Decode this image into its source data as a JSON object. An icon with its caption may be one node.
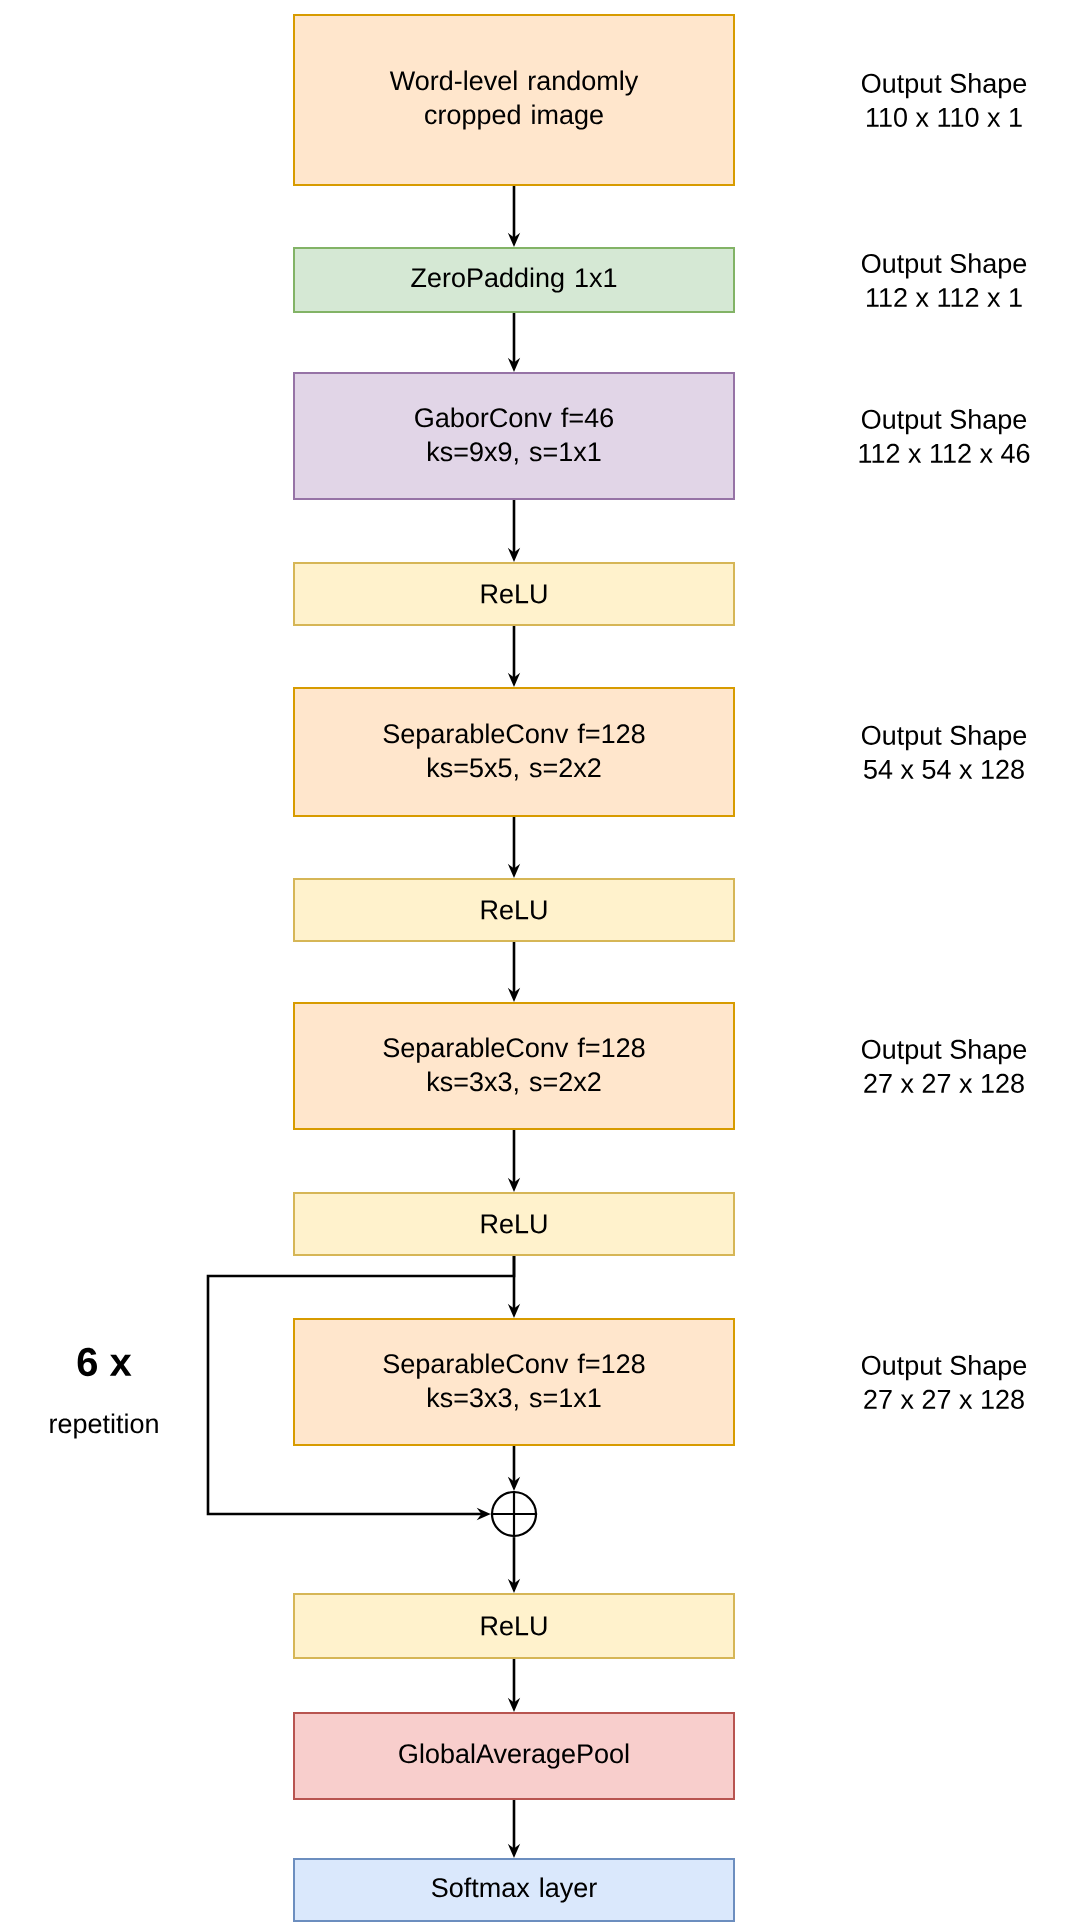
{
  "diagram": {
    "nodes": [
      {
        "text": [
          "Word-level randomly cropped image"
        ],
        "beside": [
          "Output Shape",
          "110 x 110 x 1"
        ]
      },
      {
        "text": [
          "ZeroPadding 1x1"
        ],
        "beside": [
          "Output Shape",
          "112 x 112 x 1"
        ]
      },
      {
        "text": [
          "GaborConv f=46",
          "ks=9x9, s=1x1"
        ],
        "beside": [
          "Output Shape",
          "112 x 112 x 46"
        ]
      },
      {
        "text": [
          "ReLU"
        ]
      },
      {
        "text": [
          "SeparableConv f=128",
          "ks=5x5, s=2x2"
        ],
        "beside": [
          "Output Shape",
          "54 x 54 x 128"
        ]
      },
      {
        "text": [
          "ReLU"
        ]
      },
      {
        "text": [
          "SeparableConv f=128",
          "ks=3x3, s=2x2"
        ],
        "beside": [
          "Output Shape",
          "27 x 27 x 128"
        ]
      },
      {
        "text": [
          "ReLU"
        ]
      },
      {
        "text": [
          "SeparableConv f=128",
          "ks=3x3, s=1x1"
        ],
        "beside": [
          "Output Shape",
          "27 x 27 x 128"
        ]
      },
      {
        "text": [],
        "shape": "circle"
      },
      {
        "text": [
          "ReLU"
        ]
      },
      {
        "text": [
          "GlobalAveragePool"
        ]
      },
      {
        "text": [
          "Softmax layer"
        ]
      }
    ],
    "edges": [
      {
        "from": 0,
        "to": 1,
        "arrow": "to"
      },
      {
        "from": 1,
        "to": 2,
        "arrow": "to"
      },
      {
        "from": 2,
        "to": 3,
        "arrow": "to"
      },
      {
        "from": 3,
        "to": 4,
        "arrow": "to"
      },
      {
        "from": 4,
        "to": 5,
        "arrow": "to"
      },
      {
        "from": 5,
        "to": 6,
        "arrow": "to"
      },
      {
        "from": 6,
        "to": 7,
        "arrow": "to"
      },
      {
        "from": 7,
        "to": 8,
        "arrow": "to"
      },
      {
        "from": 8,
        "to": 9,
        "arrow": "to"
      },
      {
        "from": 7,
        "to": 9,
        "arrow": "to"
      },
      {
        "from": 9,
        "to": 10,
        "arrow": "to"
      },
      {
        "from": 10,
        "to": 11,
        "arrow": "to"
      },
      {
        "from": 11,
        "to": 12,
        "arrow": "to"
      }
    ],
    "labels": [
      "**6 x**",
      "repetition"
    ]
  }
}
